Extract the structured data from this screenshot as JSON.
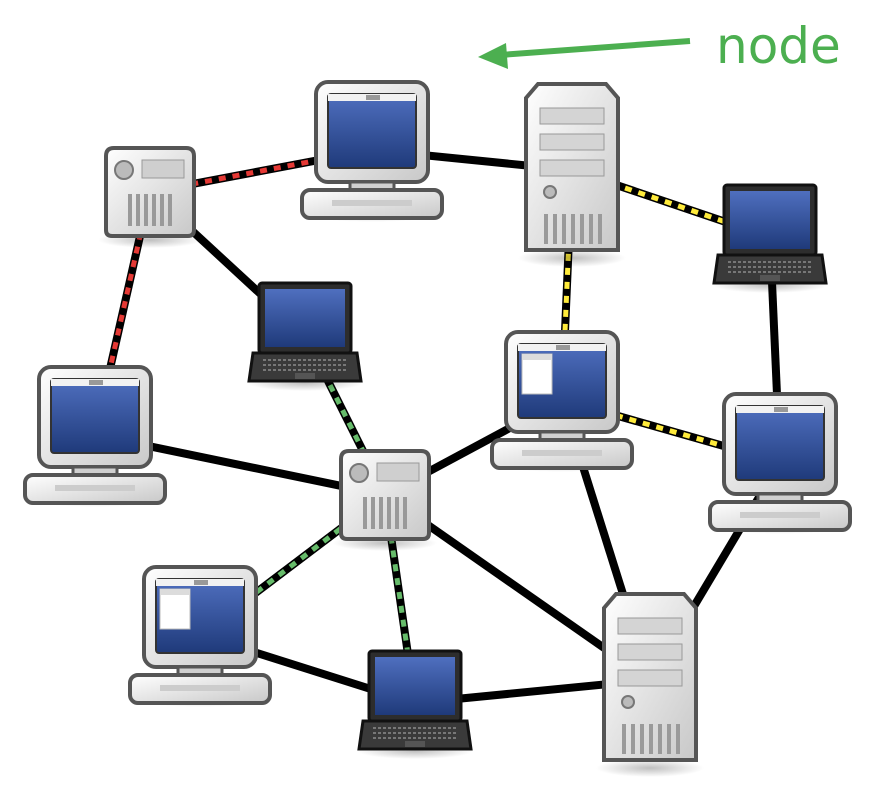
{
  "annotation": {
    "label": "node",
    "color": "#4caf50"
  },
  "colors": {
    "link": "#000000",
    "red_dash": "#e53935",
    "yellow_dash": "#ffeb3b",
    "green_dash": "#66bb6a",
    "screen": "#2f4f9a",
    "case": "#e0e0e0",
    "laptop_body": "#2d2d2d"
  },
  "nodes": [
    {
      "id": "server-small-1",
      "kind": "small-server"
    },
    {
      "id": "desktop-top",
      "kind": "desktop"
    },
    {
      "id": "tower-top",
      "kind": "tower"
    },
    {
      "id": "laptop-right-top",
      "kind": "laptop"
    },
    {
      "id": "laptop-left-center",
      "kind": "laptop"
    },
    {
      "id": "desktop-left",
      "kind": "desktop"
    },
    {
      "id": "desktop-center",
      "kind": "desktop-window"
    },
    {
      "id": "desktop-right",
      "kind": "desktop"
    },
    {
      "id": "server-small-center",
      "kind": "small-server"
    },
    {
      "id": "desktop-bottom-left",
      "kind": "desktop-window"
    },
    {
      "id": "laptop-bottom",
      "kind": "laptop"
    },
    {
      "id": "tower-bottom",
      "kind": "tower"
    }
  ],
  "links": [
    {
      "from": "server-small-1",
      "to": "desktop-top",
      "style": "red"
    },
    {
      "from": "server-small-1",
      "to": "desktop-left",
      "style": "red"
    },
    {
      "from": "server-small-1",
      "to": "laptop-left-center",
      "style": "solid"
    },
    {
      "from": "desktop-top",
      "to": "tower-top",
      "style": "solid"
    },
    {
      "from": "tower-top",
      "to": "laptop-right-top",
      "style": "yellow"
    },
    {
      "from": "tower-top",
      "to": "desktop-center",
      "style": "yellow"
    },
    {
      "from": "laptop-right-top",
      "to": "desktop-right",
      "style": "solid"
    },
    {
      "from": "desktop-center",
      "to": "desktop-right",
      "style": "yellow"
    },
    {
      "from": "laptop-left-center",
      "to": "server-small-center",
      "style": "green"
    },
    {
      "from": "desktop-left",
      "to": "server-small-center",
      "style": "solid"
    },
    {
      "from": "server-small-center",
      "to": "desktop-center",
      "style": "solid"
    },
    {
      "from": "server-small-center",
      "to": "desktop-bottom-left",
      "style": "green"
    },
    {
      "from": "server-small-center",
      "to": "laptop-bottom",
      "style": "green"
    },
    {
      "from": "server-small-center",
      "to": "tower-bottom",
      "style": "solid"
    },
    {
      "from": "desktop-center",
      "to": "tower-bottom",
      "style": "solid"
    },
    {
      "from": "desktop-right",
      "to": "tower-bottom",
      "style": "solid"
    },
    {
      "from": "desktop-bottom-left",
      "to": "laptop-bottom",
      "style": "solid"
    },
    {
      "from": "laptop-bottom",
      "to": "tower-bottom",
      "style": "solid"
    }
  ]
}
